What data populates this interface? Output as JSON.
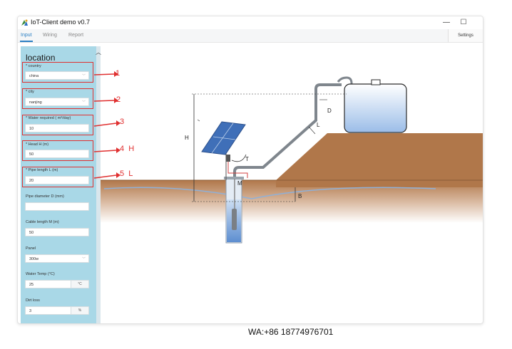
{
  "window": {
    "title": "IoT-Client demo v0.7",
    "minimize": "—",
    "maximize": "☐"
  },
  "tabs": [
    {
      "label": "Input",
      "active": true
    },
    {
      "label": "Wiring",
      "active": false
    },
    {
      "label": "Report",
      "active": false
    }
  ],
  "settings_label": "Settings",
  "sidebar": {
    "title": "location",
    "fields": [
      {
        "label": "* country",
        "value": "china",
        "type": "select"
      },
      {
        "label": "* city",
        "value": "nanjing",
        "type": "select"
      },
      {
        "label": "* Water required ( m³/day)",
        "value": "10",
        "type": "input"
      },
      {
        "label": "* Head H (m)",
        "value": "50",
        "type": "input"
      },
      {
        "label": "* Pipe length L (m)",
        "value": "20",
        "type": "input"
      },
      {
        "label": "Pipe diameter D (mm)",
        "value": "",
        "type": "input"
      },
      {
        "label": "Cable length M  (m)",
        "value": "50",
        "type": "input"
      },
      {
        "label": "Panel",
        "value": "300w",
        "type": "select"
      },
      {
        "label": "Water Temp (°C)",
        "value": "25",
        "unit": "°C",
        "type": "input"
      },
      {
        "label": "Dirt loss",
        "value": "3",
        "unit": "%",
        "type": "input"
      }
    ]
  },
  "annotations": [
    {
      "text": "1"
    },
    {
      "text": "2"
    },
    {
      "text": "3"
    },
    {
      "text": "4  H"
    },
    {
      "text": "5  L"
    }
  ],
  "diagram_labels": {
    "H": "H",
    "D": "D",
    "L": "L",
    "T": "T",
    "M": "M",
    "B": "B"
  },
  "colors": {
    "sidebar": "#a9d8e7",
    "accent": "#2a7fc4",
    "highlight": "#e03030",
    "soil": "#b0774a",
    "panel": "#3f6fb8"
  },
  "contact": "WA:+86 18774976701"
}
